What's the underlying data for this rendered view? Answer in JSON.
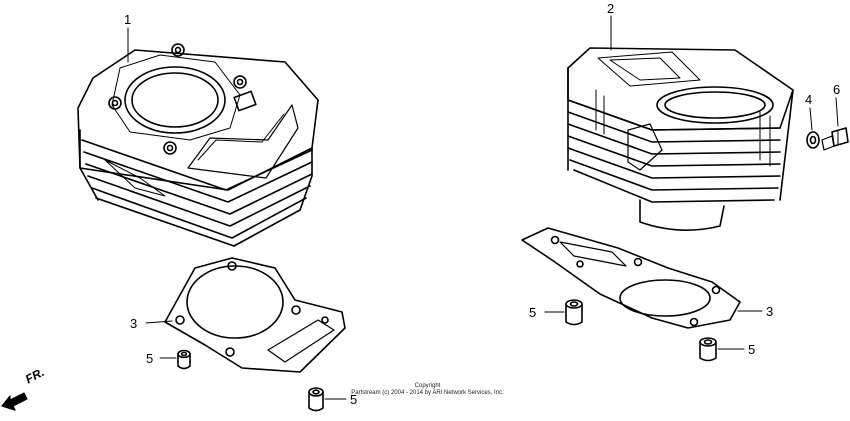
{
  "callouts": {
    "c1": "1",
    "c2": "2",
    "c3a": "3",
    "c3b": "3",
    "c4": "4",
    "c5a": "5",
    "c5b": "5",
    "c5c": "5",
    "c5d": "5",
    "c6": "6"
  },
  "direction_label": "FR.",
  "copyright": {
    "line1": "Copyright",
    "line2": "Partstream (c) 2004 - 2014 by ARI Network Services, Inc."
  }
}
